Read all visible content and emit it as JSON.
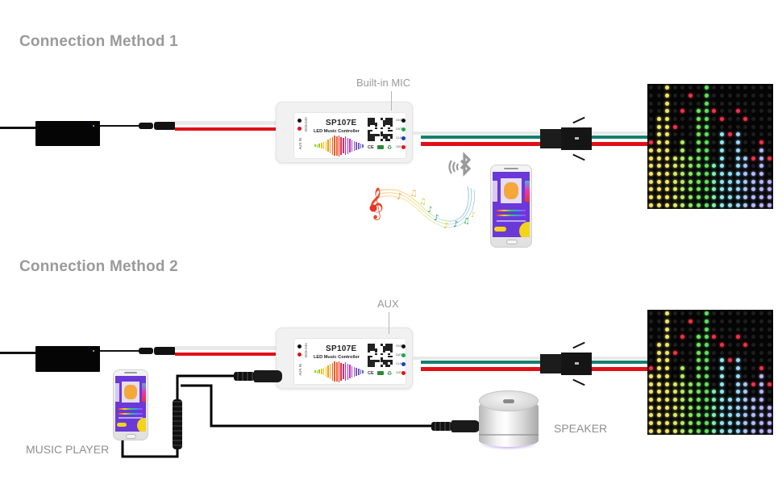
{
  "sections": [
    {
      "title": "Connection Method 1",
      "callout": "Built-in MIC",
      "audio_source": "bluetooth",
      "icons": [
        "power-adapter-icon",
        "led-controller-icon",
        "bluetooth-icon",
        "music-notes-icon",
        "smartphone-icon",
        "led-matrix-icon"
      ]
    },
    {
      "title": "Connection Method 2",
      "callout": "AUX",
      "labels": {
        "music_player": "MUSIC PLAYER",
        "speaker": "SPEAKER"
      },
      "icons": [
        "power-adapter-icon",
        "led-controller-icon",
        "smartphone-icon",
        "audio-splitter-cable-icon",
        "speaker-icon",
        "led-matrix-icon"
      ]
    }
  ],
  "controller": {
    "model": "SP107E",
    "subtitle": "LED Music Controller",
    "power_label": "DC5-24V",
    "aux_label": "AUX IN",
    "pins": [
      {
        "label": "GND",
        "color": "#111111"
      },
      {
        "label": "DAT",
        "color": "#1aa64a"
      },
      {
        "label": "CLK",
        "color": "#1a3cc8"
      },
      {
        "label": "VDD",
        "color": "#e0141c"
      }
    ],
    "certifications": [
      "CE",
      "WEEE",
      "RoHS"
    ],
    "waveform_colors": [
      "#9acd32",
      "#f0c419",
      "#f39c12",
      "#f0602a",
      "#e8283a",
      "#e0287a",
      "#b03ac8",
      "#7e57c2",
      "#5c6bc0"
    ]
  },
  "wire_colors": {
    "power": [
      "#e9e9e9",
      "#e01018"
    ],
    "data": [
      "#e9e9e9",
      "#14806d",
      "#e01018"
    ]
  },
  "led_matrix": {
    "cols": 16,
    "rows": 16,
    "column_fill_from_row": [
      8,
      4,
      0,
      9,
      7,
      9,
      3,
      0,
      10,
      6,
      11,
      6,
      9,
      11,
      8,
      12
    ],
    "column_peak_row": [
      7,
      null,
      null,
      5,
      3,
      1,
      null,
      null,
      3,
      4,
      6,
      3,
      4,
      9,
      7,
      9
    ],
    "column_colors": [
      "#f5e36a",
      "#f2e56a",
      "#efe66a",
      "#dcea6a",
      "#b8ec66",
      "#8fe85e",
      "#6fe45a",
      "#5ee060",
      "#7ef0b0",
      "#8fe8ee",
      "#8ee0f4",
      "#98d8fa",
      "#a8c8fb",
      "#b4bcfb",
      "#b8b6fb",
      "#bcb0fa"
    ],
    "peak_color": "#f0324a"
  }
}
